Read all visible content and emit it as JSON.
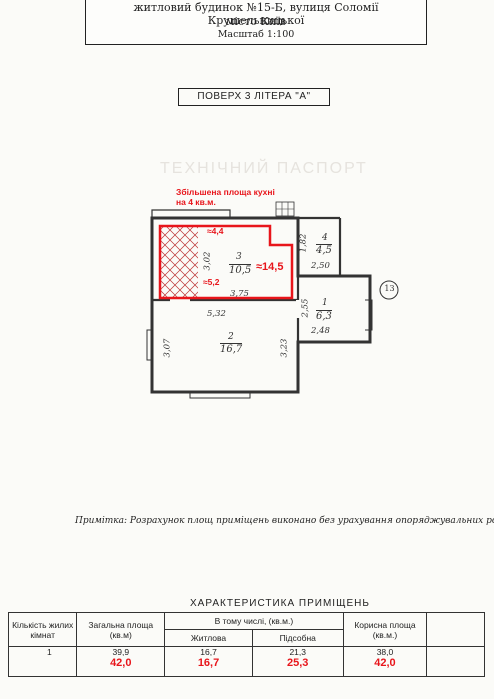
{
  "header": {
    "line1": "житловий будинок №15-Б, вулиця Соломії Крушельницької",
    "line2": "місто Київ",
    "scale": "Масштаб 1:100"
  },
  "floor_title": "ПОВЕРХ 3 ЛІТЕРА \"А\"",
  "ghost_heading": "ТЕХНІЧНИЙ ПАСПОРТ",
  "annotation": {
    "line1": "Збільшена площа кухні",
    "line2": "на 4 кв.м.",
    "dim_top": "≈4,4",
    "dim_bottom": "≈5,2",
    "area_new": "≈14,5"
  },
  "rooms": {
    "r3": {
      "num": "3",
      "area": "10,5",
      "dim_side": "3,02",
      "dim_bottom": "3,75"
    },
    "r4": {
      "num": "4",
      "area": "4,5",
      "dim_side": "1,82",
      "dim_bottom": "2,50"
    },
    "r1": {
      "num": "1",
      "area": "6,3",
      "dim_side": "2,55",
      "dim_bottom": "2,48"
    },
    "r2": {
      "num": "2",
      "area": "16,7",
      "dim_top": "5,32",
      "dim_left": "3,07",
      "dim_right": "3,23"
    }
  },
  "plan_marker": "13",
  "note": "Примітка: Розрахунок площ приміщень виконано без урахування опоряджувальних робіт",
  "table": {
    "title": "ХАРАКТЕРИСТИКА ПРИМІЩЕНЬ",
    "headers": {
      "rooms_count": "Кількість жилих кімнат",
      "total_area": "Загальна площа (кв.м)",
      "incl": "В тому числі, (кв.м.)",
      "living": "Житлова",
      "aux": "Підсобна",
      "useful": "Корисна площа (кв.м.)"
    },
    "row": {
      "rooms_count": "1",
      "total_area": "39,9",
      "living": "16,7",
      "aux": "21,3",
      "useful": "38,0"
    },
    "corrected": {
      "total_area": "42,0",
      "living": "16,7",
      "aux": "25,3",
      "useful": "42,0"
    }
  },
  "colors": {
    "annotation_red": "#e8151b",
    "line": "#333333",
    "paper": "#fbfbf8"
  }
}
